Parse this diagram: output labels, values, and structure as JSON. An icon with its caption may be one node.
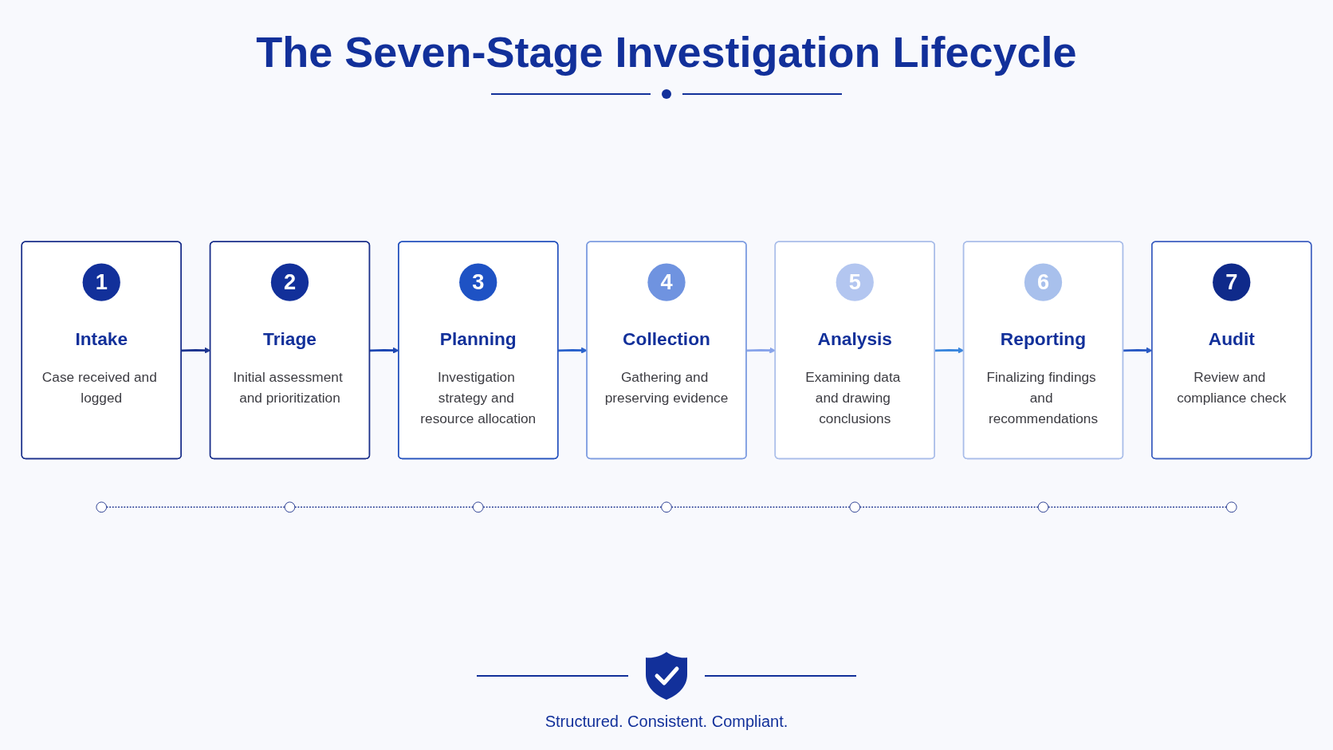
{
  "diagram": {
    "title": "The Seven-Stage Investigation Lifecycle",
    "caption": "Structured. Consistent. Compliant.",
    "nodes": [
      {
        "text": [
          "1",
          "Intake",
          "Case received and logged"
        ]
      },
      {
        "text": [
          "2",
          "Triage",
          "Initial assessment and prioritization"
        ]
      },
      {
        "text": [
          "3",
          "Planning",
          "Investigation strategy and resource allocation"
        ]
      },
      {
        "text": [
          "4",
          "Collection",
          "Gathering and preserving evidence"
        ]
      },
      {
        "text": [
          "5",
          "Analysis",
          "Examining data and drawing conclusions"
        ]
      },
      {
        "text": [
          "6",
          "Reporting",
          "Finalizing findings and recommendations"
        ]
      },
      {
        "text": [
          "7",
          "Audit",
          "Review and compliance check"
        ]
      },
      {
        "text": [],
        "shape": "circle"
      },
      {
        "text": [],
        "shape": "circle"
      },
      {
        "text": [],
        "shape": "circle"
      },
      {
        "text": [],
        "shape": "circle"
      },
      {
        "text": [],
        "shape": "circle"
      },
      {
        "text": [],
        "shape": "circle"
      },
      {
        "text": [],
        "shape": "circle"
      }
    ],
    "edges": [
      {
        "from": 0,
        "to": 1,
        "arrow": "to"
      },
      {
        "from": 1,
        "to": 2,
        "arrow": "to",
        "color": "#1d47b3"
      },
      {
        "from": 2,
        "to": 3,
        "arrow": "to",
        "color": "#2a62cc"
      },
      {
        "from": 3,
        "to": 4,
        "arrow": "to",
        "color": "#88a4ea"
      },
      {
        "from": 4,
        "to": 5,
        "arrow": "to",
        "color": "#3a86dd"
      },
      {
        "from": 5,
        "to": 6,
        "arrow": "to",
        "color": "#2a5ac4"
      },
      {
        "from": 7,
        "to": 8,
        "arrow": "none",
        "style": "dashed"
      },
      {
        "from": 8,
        "to": 9,
        "arrow": "none",
        "style": "dashed"
      },
      {
        "from": 9,
        "to": 10,
        "arrow": "none",
        "style": "dashed"
      },
      {
        "from": 10,
        "to": 11,
        "arrow": "none",
        "style": "dashed"
      },
      {
        "from": 11,
        "to": 12,
        "arrow": "none",
        "style": "dashed"
      },
      {
        "from": 12,
        "to": 13,
        "arrow": "none",
        "style": "dashed"
      }
    ]
  }
}
